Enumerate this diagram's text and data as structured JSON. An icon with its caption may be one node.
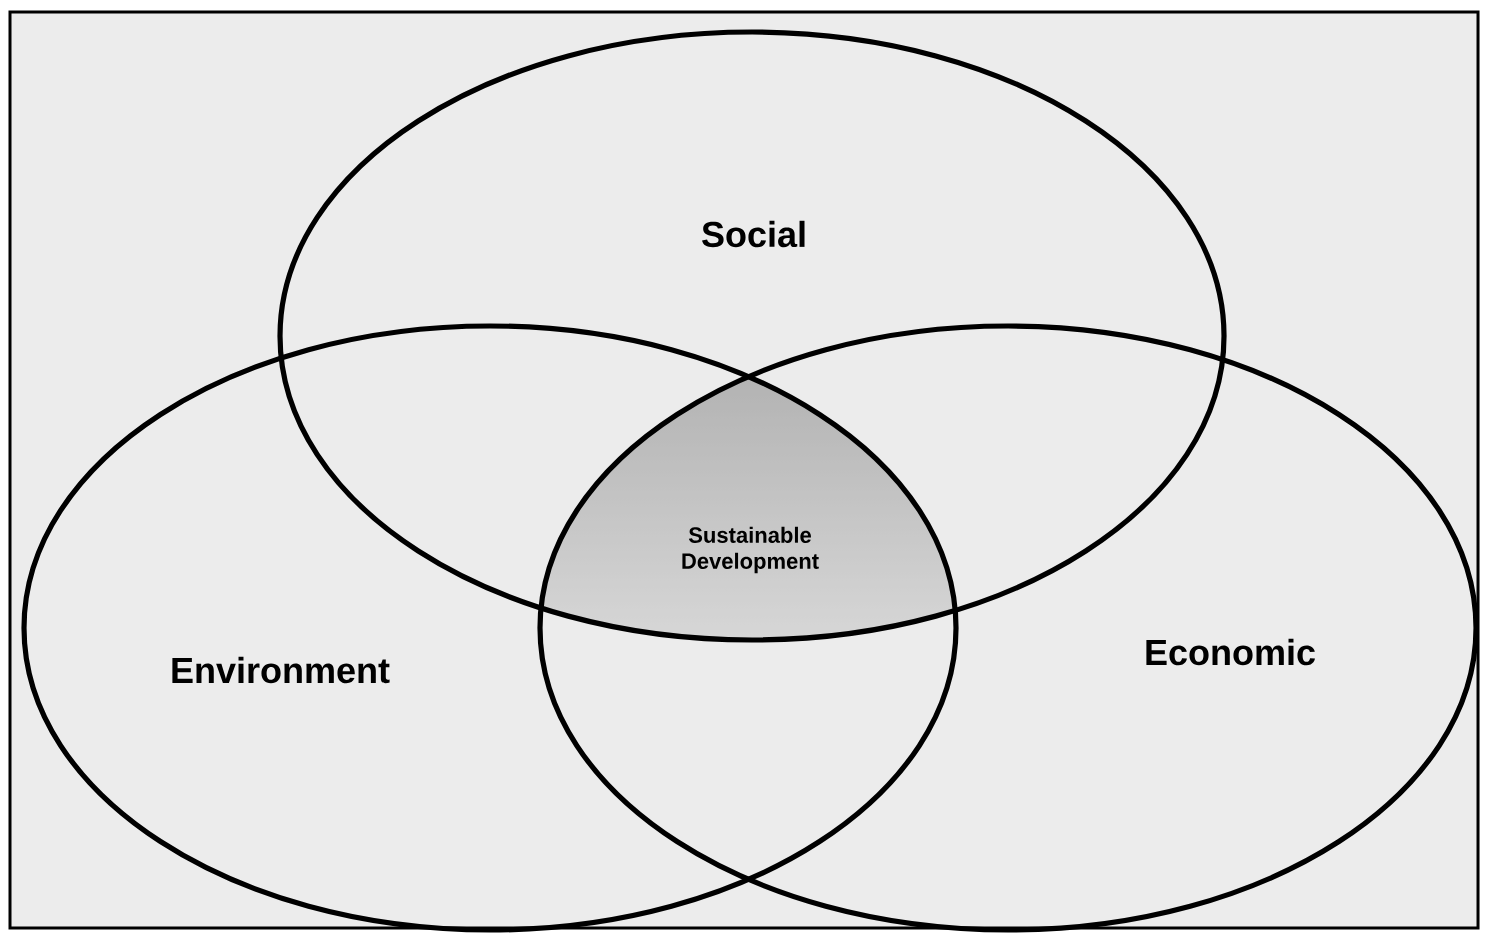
{
  "diagram": {
    "nodes": [
      {
        "text": [
          "Social"
        ]
      },
      {
        "text": [
          "Environment"
        ]
      },
      {
        "text": [
          "Economic"
        ]
      },
      {
        "text": [
          "Sustainable Development"
        ]
      }
    ]
  }
}
